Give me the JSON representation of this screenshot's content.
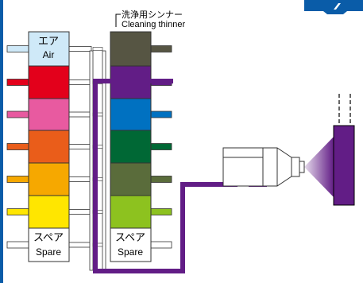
{
  "callout": {
    "jp": "洗浄用シンナー",
    "en": "Cleaning thinner"
  },
  "left_column": {
    "top_label_jp": "エア",
    "top_label_en": "Air",
    "top_color": "#cfe9f8",
    "colors": [
      "#e3001b",
      "#e85aa0",
      "#ea5d1a",
      "#f6a800",
      "#ffe600"
    ],
    "bottom_label_jp": "スペア",
    "bottom_label_en": "Spare"
  },
  "right_column": {
    "top_color": "#565543",
    "colors": [
      "#621d86",
      "#0071c1",
      "#006835",
      "#5a6c3b",
      "#8dc21f"
    ],
    "bottom_label_jp": "スペア",
    "bottom_label_en": "Spare"
  },
  "colors": {
    "paint_line": "#621d86",
    "object": "#621d86",
    "spray": "#621d86",
    "frame": "#333333",
    "corner_badge": "#0a5ca8"
  },
  "icons": {
    "corner_badge": "tab-marker-icon",
    "spray_gun": "spray-gun-icon",
    "hanger": "hanger-lines-icon"
  }
}
